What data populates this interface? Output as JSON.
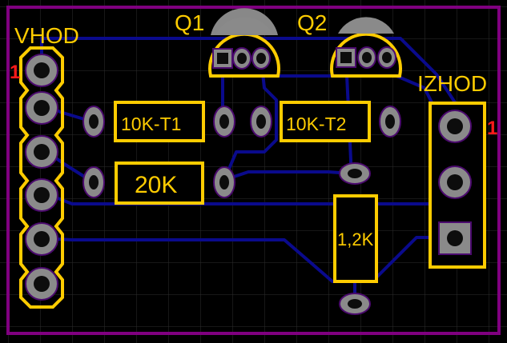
{
  "labels": {
    "vhod": "VHOD",
    "izhod": "IZHOD",
    "q1": "Q1",
    "q2": "Q2",
    "r_10k_t1": "10K-T1",
    "r_10k_t2": "10K-T2",
    "r_20k": "20K",
    "r_1_2k": "1,2K",
    "pin1_left": "1",
    "pin1_right": "1"
  },
  "colors": {
    "background": "#000000",
    "grid": "#2e2e2e",
    "board_outline": "#800080",
    "copper_trace": "#0a0a8c",
    "silkscreen": "#ffcc00",
    "pad": "#8a8a8a",
    "pad_hole": "#0d0d0d",
    "pad_outline": "#4b0a6e",
    "pin1_marker": "#ff1a1a"
  }
}
